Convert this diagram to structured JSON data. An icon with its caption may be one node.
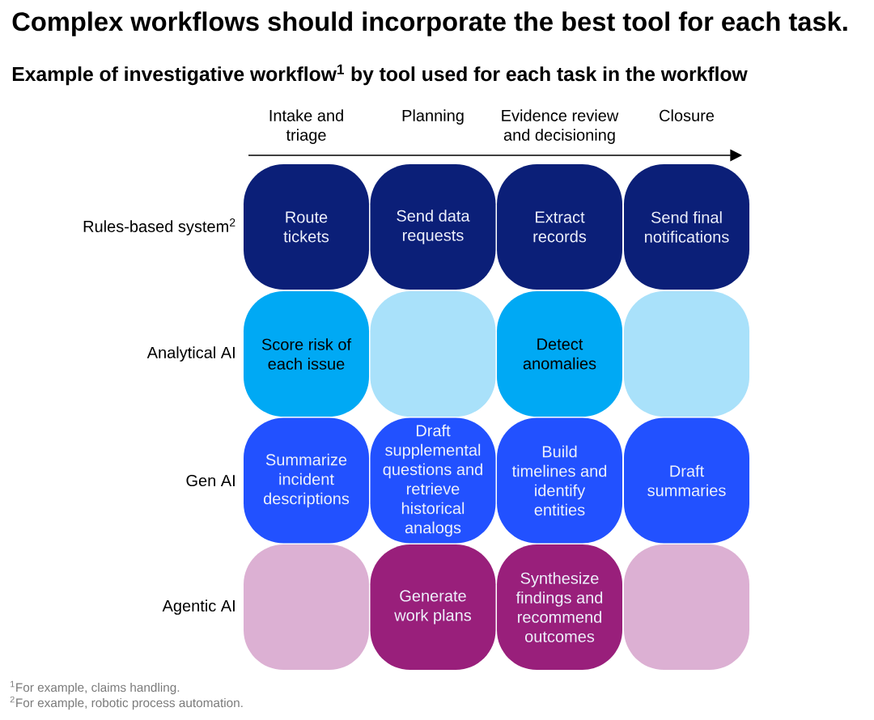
{
  "diagram": {
    "title": "Complex workflows should incorporate the best tool for each task.",
    "nodes": [
      {
        "text": [
          "Route tickets"
        ]
      },
      {
        "text": [
          "Send data requests"
        ]
      },
      {
        "text": [
          "Extract records"
        ]
      },
      {
        "text": [
          "Send final notifications"
        ]
      },
      {
        "text": [
          "Score risk of each issue"
        ]
      },
      {
        "text": [],
        "shape": "box"
      },
      {
        "text": [
          "Detect anomalies"
        ]
      },
      {
        "text": [],
        "shape": "box"
      },
      {
        "text": [
          "Summarize incident descriptions"
        ]
      },
      {
        "text": [
          "Draft supplemental questions and retrieve historical analogs"
        ]
      },
      {
        "text": [
          "Build timelines and identify entities"
        ]
      },
      {
        "text": [
          "Draft summaries"
        ]
      },
      {
        "text": [],
        "shape": "box"
      },
      {
        "text": [
          "Generate work plans"
        ]
      },
      {
        "text": [
          "Synthesize findings and recommend outcomes"
        ]
      },
      {
        "text": [],
        "shape": "box"
      }
    ],
    "labels": [
      "Example of investigative workflow$^{1}$ by tool used for each task in the workflow",
      "Intake and triage",
      "Planning",
      "Evidence review and decisioning",
      "Closure",
      "Rules-based system$^{2}$",
      "Analytical AI",
      "Gen AI",
      "Agentic AI",
      "$^{1}$For example, claims handling.",
      "$^{2}$For example, robotic process automation."
    ]
  }
}
